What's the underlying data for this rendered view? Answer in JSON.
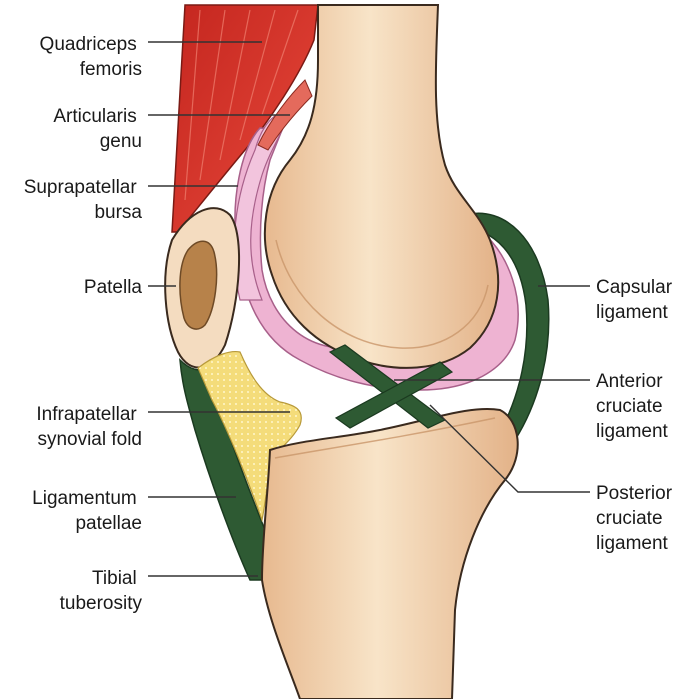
{
  "labels": {
    "quadriceps": [
      "Quadriceps",
      "femoris"
    ],
    "articularis": [
      "Articularis",
      "genu"
    ],
    "suprapatellar": [
      "Suprapatellar",
      "bursa"
    ],
    "patella": [
      "Patella"
    ],
    "infrapatellar": [
      "Infrapatellar",
      "synovial fold"
    ],
    "ligamentum": [
      "Ligamentum",
      "patellae"
    ],
    "tibial": [
      "Tibial",
      "tuberosity"
    ],
    "capsular": [
      "Capsular",
      "ligament"
    ],
    "acl": [
      "Anterior",
      "cruciate",
      "ligament"
    ],
    "pcl": [
      "Posterior",
      "cruciate",
      "ligament"
    ]
  },
  "colors": {
    "bone": "#f2d3b0",
    "bone_outline": "#3a2a1e",
    "muscle": "#d9352a",
    "synovial": "#eeb3d2",
    "ligament": "#2e5a33",
    "fat_pad": "#f4dc7a",
    "patella_core": "#b7824a",
    "leader": "#333333"
  }
}
